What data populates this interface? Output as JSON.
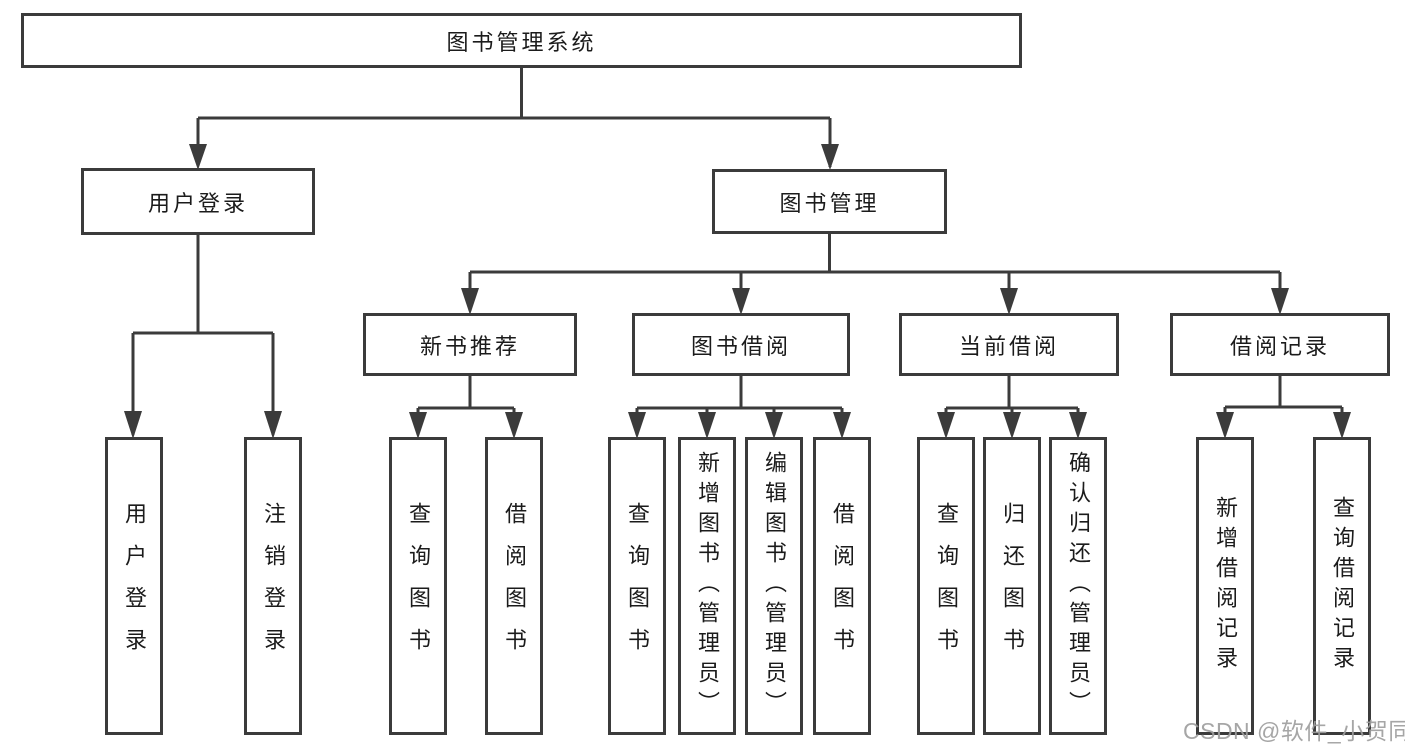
{
  "diagram": {
    "root": {
      "label": "图书管理系统"
    },
    "branches": [
      {
        "label": "用户登录",
        "children": [
          {
            "label": "用户登录"
          },
          {
            "label": "注销登录"
          }
        ]
      },
      {
        "label": "图书管理",
        "children": [
          {
            "label": "新书推荐",
            "children": [
              {
                "label": "查询图书"
              },
              {
                "label": "借阅图书"
              }
            ]
          },
          {
            "label": "图书借阅",
            "children": [
              {
                "label": "查询图书"
              },
              {
                "label": "新增图书（管理员）"
              },
              {
                "label": "编辑图书（管理员）"
              },
              {
                "label": "借阅图书"
              }
            ]
          },
          {
            "label": "当前借阅",
            "children": [
              {
                "label": "查询图书"
              },
              {
                "label": "归还图书"
              },
              {
                "label": "确认归还（管理员）"
              }
            ]
          },
          {
            "label": "借阅记录",
            "children": [
              {
                "label": "新增借阅记录"
              },
              {
                "label": "查询借阅记录"
              }
            ]
          }
        ]
      }
    ]
  },
  "watermark": {
    "text": "CSDN @软件_小贺同学"
  },
  "colors": {
    "line": "#3b3b3b",
    "box_border": "#3b3b3b",
    "text": "#1b1b1b",
    "watermark": "#9e9e9e",
    "background": "#ffffff"
  }
}
